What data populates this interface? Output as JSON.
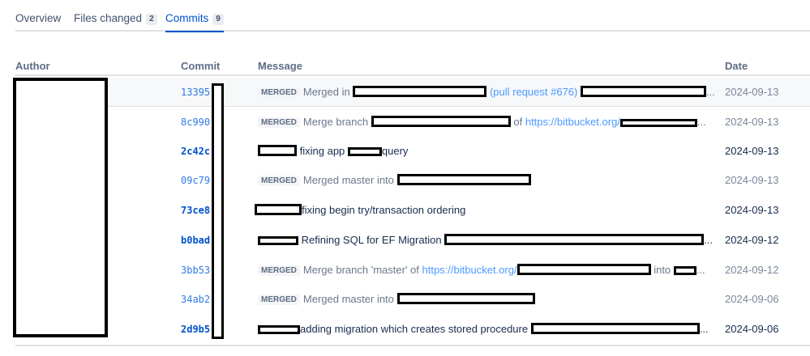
{
  "tabs": [
    {
      "label": "Overview",
      "count": null,
      "active": false
    },
    {
      "label": "Files changed",
      "count": "2",
      "active": false
    },
    {
      "label": "Commits",
      "count": "9",
      "active": true
    }
  ],
  "table": {
    "headers": {
      "author": "Author",
      "commit": "Commit",
      "message": "Message",
      "date": "Date"
    },
    "badge_label": "MERGED",
    "rows": [
      {
        "hash": "13395",
        "merged": true,
        "parts": {
          "a": "Merged in",
          "b": "(pull request #676)"
        },
        "date": "2024-09-13"
      },
      {
        "hash": "8c990",
        "merged": true,
        "parts": {
          "a": "Merge branch",
          "b": "of",
          "c": "https://bitbucket.org/"
        },
        "date": "2024-09-13"
      },
      {
        "hash": "2c42c",
        "merged": false,
        "parts": {
          "a": "fixing app",
          "b": "query"
        },
        "date": "2024-09-13"
      },
      {
        "hash": "09c79",
        "merged": true,
        "parts": {
          "a": "Merged master into"
        },
        "date": "2024-09-13"
      },
      {
        "hash": "73ce8",
        "merged": false,
        "parts": {
          "a": "fixing begin try/transaction ordering"
        },
        "date": "2024-09-13"
      },
      {
        "hash": "b0bad",
        "merged": false,
        "parts": {
          "a": "Refining SQL for EF Migration"
        },
        "date": "2024-09-12"
      },
      {
        "hash": "3bb53",
        "merged": true,
        "parts": {
          "a": "Merge branch 'master' of",
          "b": "https://bitbucket.org/",
          "c": "into"
        },
        "date": "2024-09-12"
      },
      {
        "hash": "34ab2",
        "merged": true,
        "parts": {
          "a": "Merged master into"
        },
        "date": "2024-09-06"
      },
      {
        "hash": "2d9b5",
        "merged": false,
        "parts": {
          "a": "adding migration which creates stored procedure"
        },
        "date": "2024-09-06"
      }
    ],
    "ellipsis": "..."
  }
}
